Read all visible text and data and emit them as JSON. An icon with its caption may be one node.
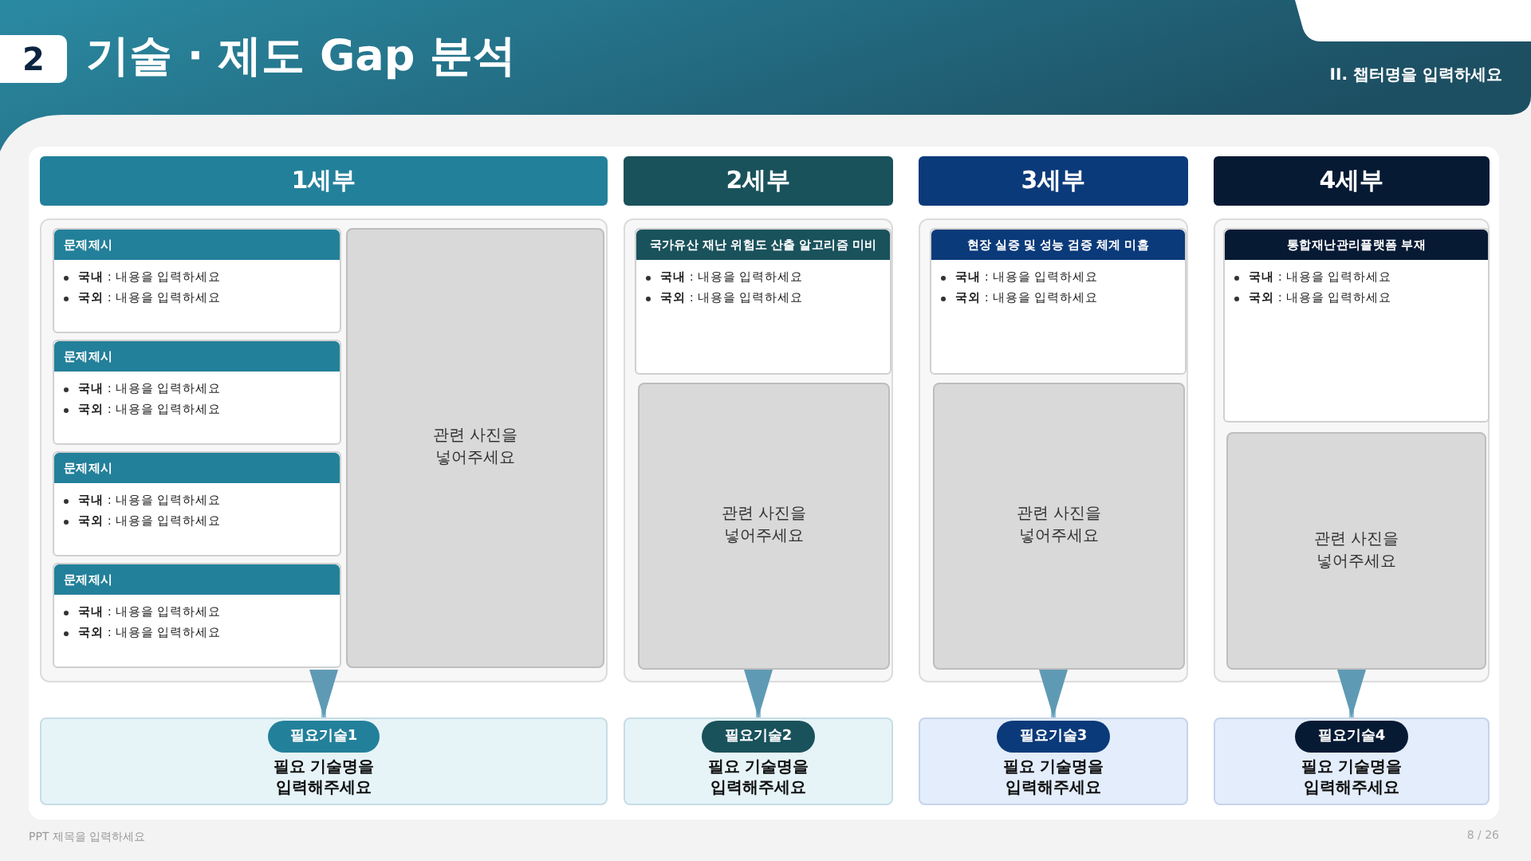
{
  "diagram": {
    "title": "기술 · 제도 Gap 분석",
    "nodes": [
      {
        "text": [
          "1세부"
        ]
      },
      {
        "text": [],
        "shape": "box"
      },
      {
        "text": [
          "문제제시",
          "**국내** : 내용을 입력하세요",
          "**국외** : 내용을 입력하세요"
        ],
        "in": 1
      },
      {
        "text": [
          "문제제시",
          "**국내** : 내용을 입력하세요",
          "**국외** : 내용을 입력하세요"
        ],
        "in": 1
      },
      {
        "text": [
          "문제제시",
          "**국내** : 내용을 입력하세요",
          "**국외** : 내용을 입력하세요"
        ],
        "in": 1
      },
      {
        "text": [
          "문제제시",
          "**국내** : 내용을 입력하세요",
          "**국외** : 내용을 입력하세요"
        ],
        "in": 1
      },
      {
        "text": [
          "관련 사진을 넣어주세요"
        ],
        "in": 1
      },
      {
        "text": [
          "필요기술1",
          "필요 기술명을 입력해주세요"
        ]
      },
      {
        "text": [
          "2세부"
        ]
      },
      {
        "text": [],
        "shape": "box"
      },
      {
        "text": [
          "국가유산 재난 위험도 산출 알고리즘 미비",
          "**국내** : 내용을 입력하세요",
          "**국외** : 내용을 입력하세요"
        ],
        "in": 9
      },
      {
        "text": [
          "관련 사진을 넣어주세요"
        ],
        "in": 9
      },
      {
        "text": [
          "필요기술2",
          "필요 기술명을 입력해주세요"
        ]
      },
      {
        "text": [
          "3세부"
        ]
      },
      {
        "text": [],
        "shape": "box"
      },
      {
        "text": [
          "현장 실증 및 성능 검증 체계 미흡",
          "**국내** : 내용을 입력하세요",
          "**국외** : 내용을 입력하세요"
        ],
        "in": 14
      },
      {
        "text": [
          "관련 사진을 넣어주세요"
        ],
        "in": 14
      },
      {
        "text": [
          "필요기술3",
          "필요 기술명을 입력해주세요"
        ]
      },
      {
        "text": [
          "4세부"
        ]
      },
      {
        "text": [],
        "shape": "box"
      },
      {
        "text": [
          "통합재난관리플랫폼 부재",
          "**국내** : 내용을 입력하세요",
          "**국외** : 내용을 입력하세요"
        ],
        "in": 19
      },
      {
        "text": [
          "관련 사진을 넣어주세요"
        ],
        "in": 19
      },
      {
        "text": [
          "필요기술4",
          "필요 기술명을 입력해주세요"
        ]
      }
    ],
    "edges": [
      {
        "from": 1,
        "to": 7,
        "arrow": "to"
      },
      {
        "from": 9,
        "to": 12,
        "arrow": "to"
      },
      {
        "from": 14,
        "to": 17,
        "arrow": "to"
      },
      {
        "from": 19,
        "to": 22,
        "arrow": "to"
      }
    ],
    "labels": [
      "2",
      "II. 챕터명을 입력하세요",
      "PPT 제목을 입력하세요",
      "8 / 26"
    ]
  }
}
